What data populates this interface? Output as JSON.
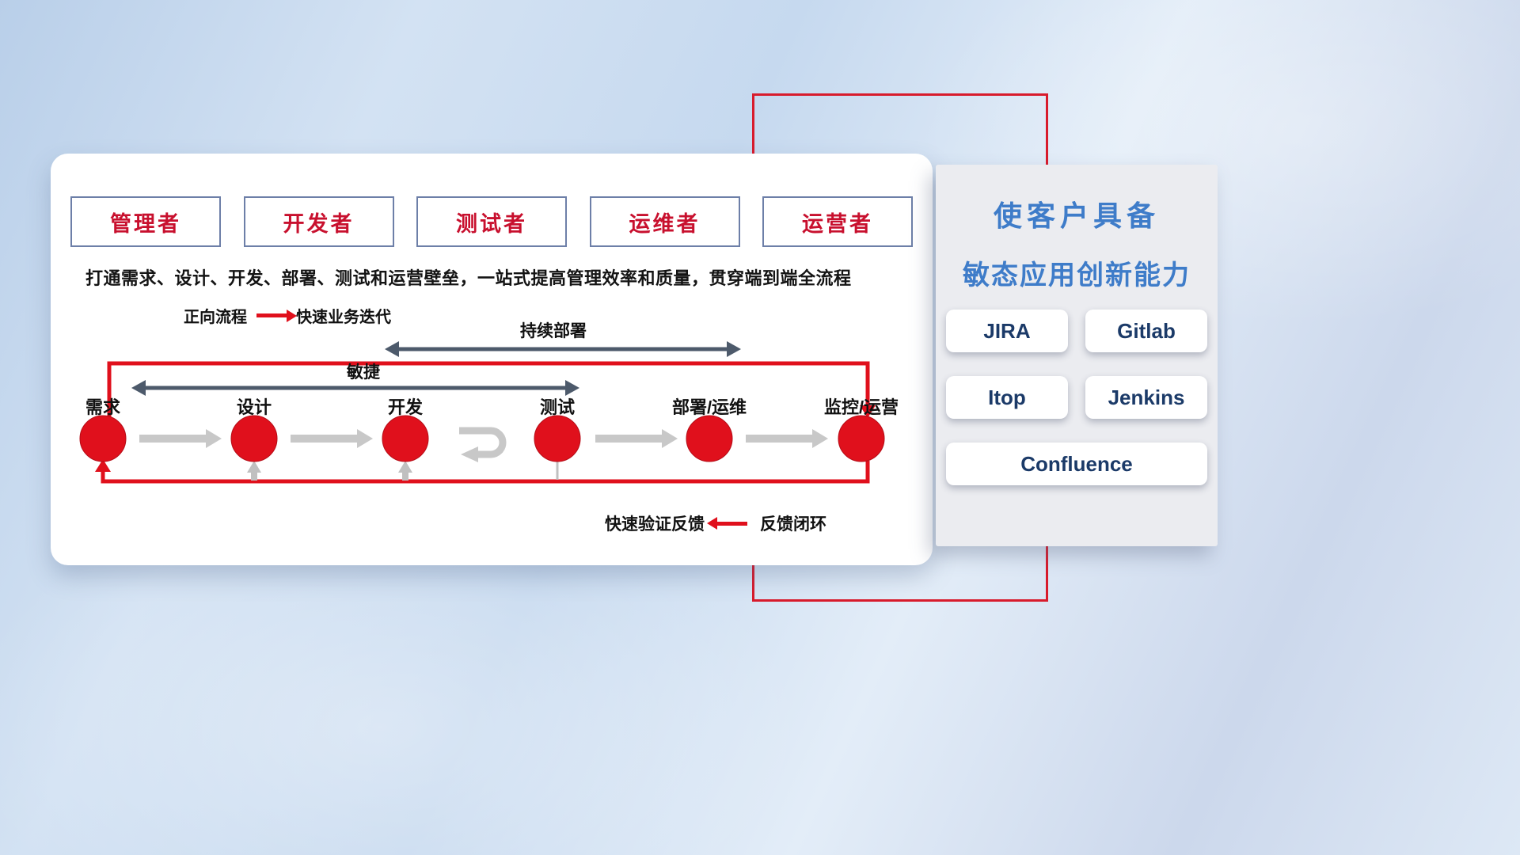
{
  "colors": {
    "red": "#e0101c",
    "dark_arrow": "#4d5a6b",
    "gray_arrow": "#c8c8c8",
    "role_text": "#c8102e",
    "panel_title_blue": "#3e7cc9",
    "tool_text_navy": "#1b3a68"
  },
  "roles": [
    "管理者",
    "开发者",
    "测试者",
    "运维者",
    "运营者"
  ],
  "card": {
    "subtitle": "打通需求、设计、开发、部署、测试和运营壁垒，一站式提高管理效率和质量，贯穿端到端全流程",
    "legend_forward_label": "正向流程",
    "legend_forward_desc": "快速业务迭代",
    "arrow_cd": "持续部署",
    "arrow_agile": "敏捷",
    "nodes": [
      "需求",
      "设计",
      "开发",
      "测试",
      "部署/运维",
      "监控/运营"
    ],
    "legend_feedback_desc": "快速验证反馈",
    "legend_feedback_label": "反馈闭环"
  },
  "panel": {
    "title_line1": "使客户具备",
    "title_line2": "敏态应用创新能力",
    "tools": [
      "JIRA",
      "Gitlab",
      "Itop",
      "Jenkins",
      "Confluence"
    ]
  }
}
